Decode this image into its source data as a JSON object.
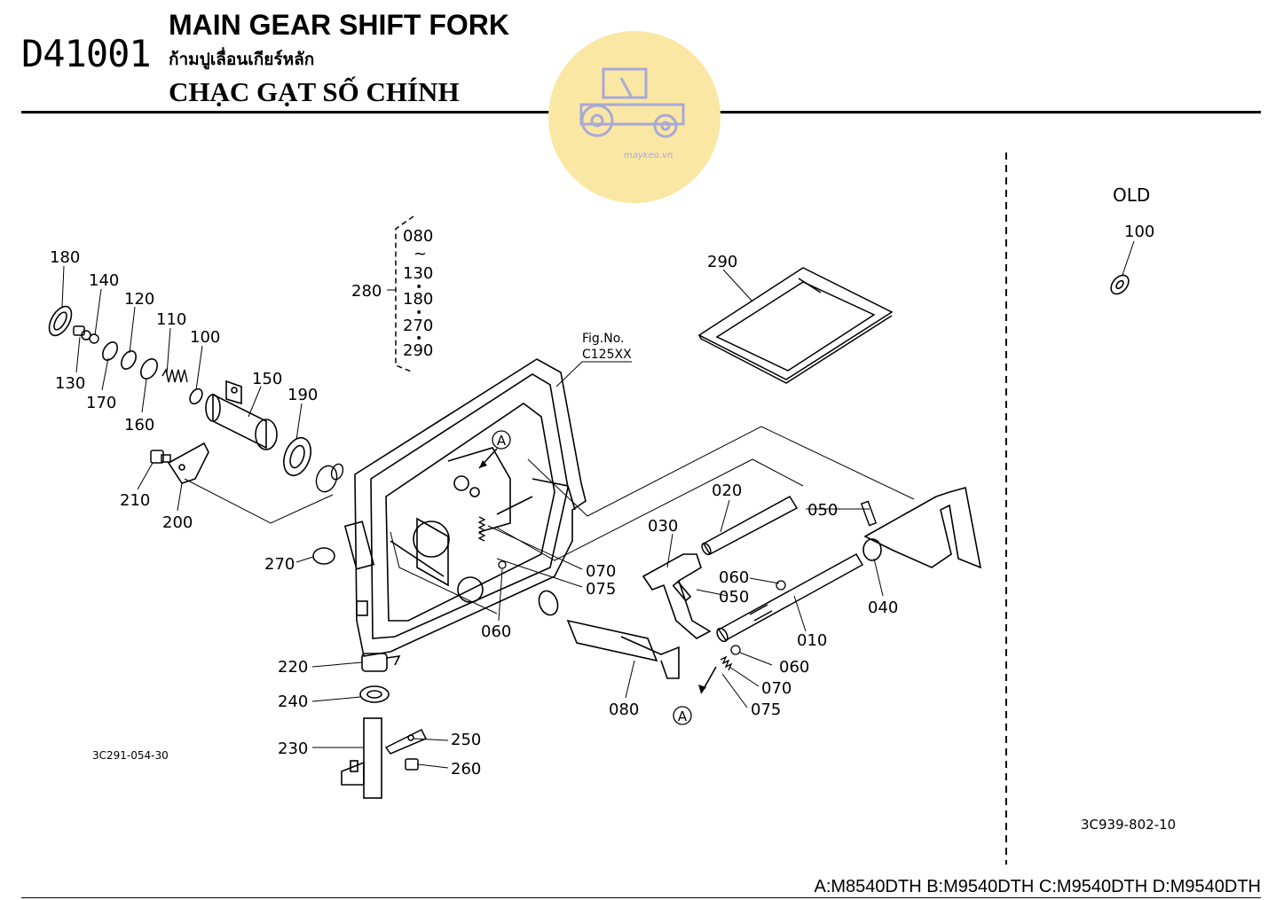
{
  "header": {
    "code": "D41001",
    "title_en": "MAIN GEAR SHIFT FORK",
    "title_th": "ก้ามปูเลื่อนเกียร์หลัก",
    "title_vi": "CHẠC GẠT SỐ CHÍNH"
  },
  "watermark": {
    "text": "maykeo.vn",
    "icon": "tractor-icon",
    "circle_color": "#fbe7a4",
    "line_color": "#a9a9d6"
  },
  "footer": {
    "models": "A:M8540DTH B:M9540DTH C:M9540DTH D:M9540DTH"
  },
  "diagram": {
    "ref_main": "3C291-054-30",
    "ref_old": "3C939-802-10",
    "old_label": "OLD",
    "fig_no_label": "Fig.No.",
    "fig_no_value": "C125XX",
    "callout_a": "A",
    "kit": {
      "label": "280",
      "items": [
        "080",
        "~",
        "130",
        "•",
        "180",
        "•",
        "270",
        "•",
        "290"
      ]
    },
    "parts": {
      "p180": "180",
      "p140": "140",
      "p120": "120",
      "p110": "110",
      "p100": "100",
      "p150": "150",
      "p190": "190",
      "p130": "130",
      "p170": "170",
      "p160": "160",
      "p210": "210",
      "p200": "200",
      "p270": "270",
      "p220": "220",
      "p240": "240",
      "p230": "230",
      "p250": "250",
      "p260": "260",
      "p060a": "060",
      "p070a": "070",
      "p075a": "075",
      "p030": "030",
      "p020": "020",
      "p050a": "050",
      "p050b": "050",
      "p060b": "060",
      "p040": "040",
      "p010": "010",
      "p060c": "060",
      "p070c": "070",
      "p075c": "075",
      "p080": "080",
      "p290": "290",
      "p100old": "100"
    }
  }
}
